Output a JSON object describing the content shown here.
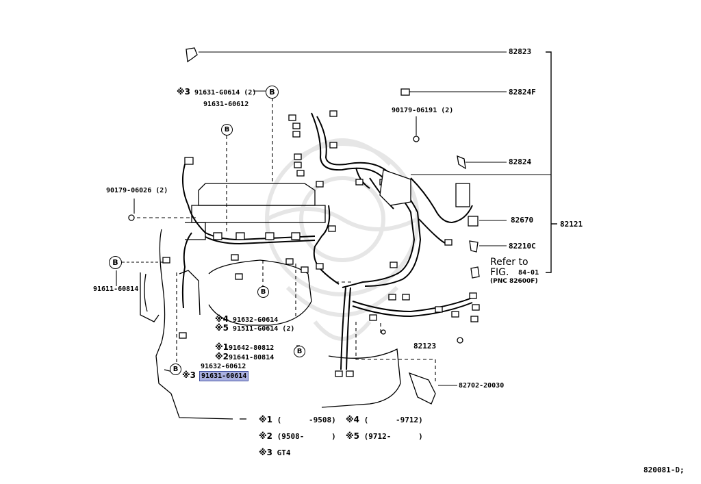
{
  "parts": {
    "p82823": "82823",
    "p82824F": "82824F",
    "p90179_06191": "90179-06191 (2)",
    "p82824": "82824",
    "p82670": "82670",
    "p82121": "82121",
    "p82210C": "82210C",
    "p82123": "82123",
    "p82702": "82702-20030",
    "p91631_G0614_top": "91631-G0614 (2)",
    "p91631_60612": "91631-60612",
    "p90179_06026": "90179-06026 (2)",
    "p91611_60814": "91611-60814",
    "p91632_G0614": "91632-G0614",
    "p91511_G0614": "91511-G0614 (2)",
    "p91642_80812": "91642-80812",
    "p91641_80814": "91641-80814",
    "p91632_60612": "91632-60612",
    "p91631_60614": "91631-60614"
  },
  "marks": {
    "m1": "※1",
    "m2": "※2",
    "m3": "※3",
    "m4": "※4",
    "m5": "※5",
    "bolt_b": "B"
  },
  "refer": {
    "line1": "Refer to",
    "line2": "FIG.",
    "fig_no": "84-01",
    "pnc": "(PNC 82600F)"
  },
  "notes": {
    "n1_range": "(      -9508)",
    "n4_range": "(      -9712)",
    "n2_range": "(9508-      )",
    "n5_range": "(9712-      )",
    "n3_text": "GT4"
  },
  "footer": {
    "code": "820081-D;"
  },
  "highlight_color": "#aab0e0"
}
